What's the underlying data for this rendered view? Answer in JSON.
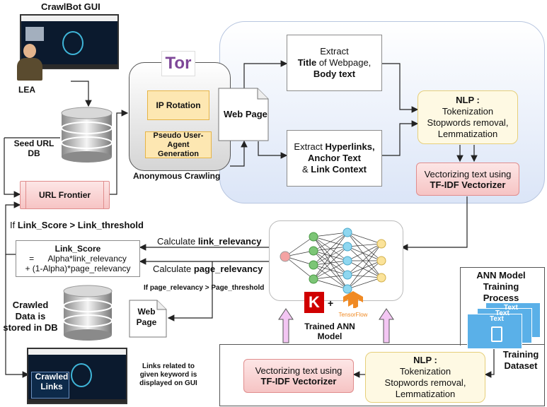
{
  "title": "CrawlBot GUI",
  "lea_label": "LEA",
  "seed_db_label": "Seed URL DB",
  "url_frontier": "URL Frontier",
  "anonymous_crawling": "Anonymous Crawling",
  "tor_logo": "Tor",
  "ip_rotation": "IP Rotation",
  "pseudo_user_agent": "Pseudo User-Agent Generation",
  "web_page": "Web Page",
  "extract_title": {
    "line1": "Extract",
    "bold": "Title",
    "line2_rest": " of Webpage,",
    "line3": "Body text"
  },
  "extract_links": {
    "prefix": "Extract ",
    "bold1": "Hyperlinks,",
    "bold2": "Anchor Text",
    "mid": "& ",
    "bold3": "Link Context"
  },
  "nlp_top": {
    "title": "NLP :",
    "l1": "Tokenization",
    "l2": "Stopwords removal,",
    "l3": "Lemmatization"
  },
  "vectorizer_top": {
    "l1": "Vectorizing text using",
    "l2": "TF-IDF Vectorizer"
  },
  "link_condition": {
    "prefix": "If ",
    "bold": "Link_Score > Link_threshold"
  },
  "link_score_box": {
    "title": "Link_Score",
    "l1": "=      Alpha*link_relevancy",
    "l2": "+ (1-Alpha)*page_relevancy"
  },
  "calc_link": {
    "prefix": "Calculate ",
    "bold": "link_relevancy"
  },
  "calc_page": {
    "prefix": "Calculate ",
    "bold": "page_relevancy"
  },
  "page_condition": "If page_relevancy > Page_threshold",
  "crawled_data": "Crawled Data is stored in DB",
  "web_page_small": "Web Page",
  "links_related": "Links related to given keyword is displayed on GUI",
  "crawled_links": "Crawled Links",
  "trained_ann": "Trained ANN Model",
  "keras_logo": "K",
  "plus": "+",
  "tensorflow": "TensorFlow",
  "ann_training": "ANN Model Training Process",
  "training_dataset": "Training Dataset",
  "text_doc": "Text",
  "nlp_bottom": {
    "title": "NLP :",
    "l1": "Tokenization",
    "l2": "Stopwords removal,",
    "l3": "Lemmatization"
  },
  "vectorizer_bottom": {
    "l1": "Vectorizing text using",
    "l2": "TF-IDF Vectorizer"
  },
  "colors": {
    "blue_panel": "#e8eefa",
    "pink": "#f6c4c4",
    "yellow": "#fef9e3",
    "tor_purple": "#7e4798",
    "keras_red": "#d00000"
  }
}
